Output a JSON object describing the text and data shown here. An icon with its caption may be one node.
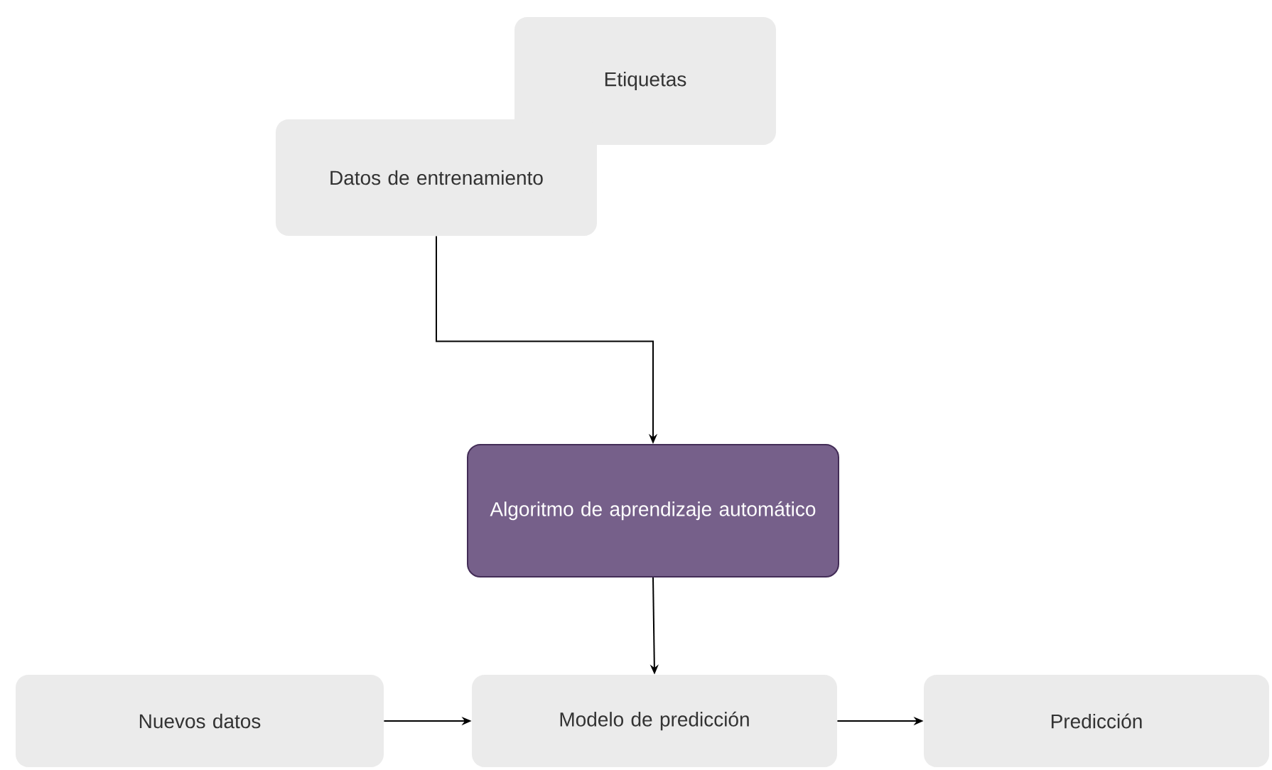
{
  "diagram": {
    "nodes": [
      {
        "text": [
          "Etiquetas"
        ]
      },
      {
        "text": [
          "Datos de entrenamiento"
        ]
      },
      {
        "text": [
          "Algoritmo de aprendizaje automático"
        ]
      },
      {
        "text": [
          "Nuevos datos"
        ]
      },
      {
        "text": [
          "Modelo de predicción"
        ]
      },
      {
        "text": [
          "Predicción"
        ]
      }
    ],
    "edges": [
      {
        "from": 1,
        "to": 2,
        "arrow": "to"
      },
      {
        "from": 2,
        "to": 4,
        "arrow": "to"
      },
      {
        "from": 3,
        "to": 4,
        "arrow": "to"
      },
      {
        "from": 4,
        "to": 5,
        "arrow": "to"
      }
    ]
  }
}
